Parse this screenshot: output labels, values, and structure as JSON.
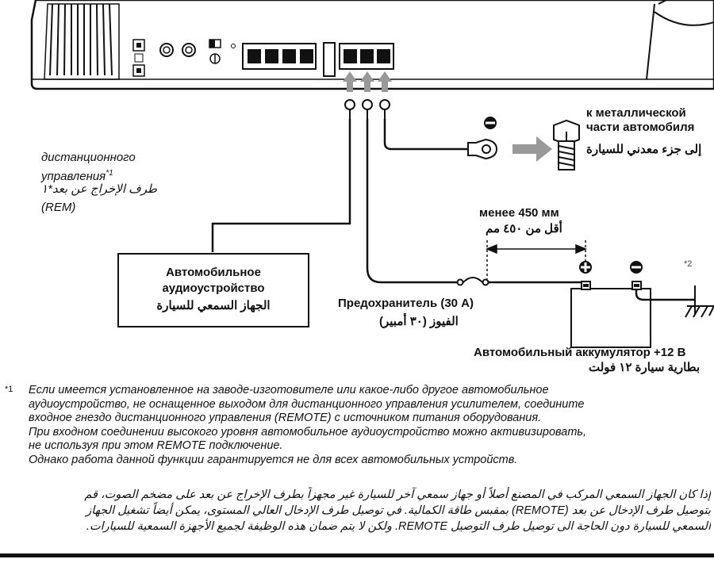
{
  "labels": {
    "remote_ru_1": "дистанционного",
    "remote_ru_2": "управления",
    "remote_ru_ref": "*1",
    "remote_ar": "طرف الإخراج عن بعد*١",
    "remote_rem": "(REM)",
    "metal_ru_1": "к металлической",
    "metal_ru_2": "части автомобиля",
    "metal_ar": "إلى جزء معدني للسيارة",
    "length_ru": "менее 450 мм",
    "length_ar": "أقل من ٤٥٠ مم",
    "audio_ru_1": "Автомобильное",
    "audio_ru_2": "аудиоустройство",
    "audio_ar": "الجهاز السمعي للسيارة",
    "fuse_ru": "Предохранитель (30 A)",
    "fuse_ar": "الفيوز (٣٠ أمبير)",
    "battery_ru": "Автомобильный аккумулятор +12 В",
    "battery_ar": "بطارية سيارة ١٢ فولت",
    "ground_ref": "*2"
  },
  "footnote": {
    "mark": "*1",
    "ru_lines": [
      "Если имеется установленное на заводе-изготовителе или какое-либо другое автомобильное",
      "аудиоустройство, не оснащенное выходом для дистанционного управления усилителем, соедините",
      "входное гнездо дистанционного управления (REMOTE) с источником питания оборудования.",
      "При входном соединении высокого уровня автомобильное аудиоустройство можно активизировать,",
      "не используя при этом REMOTE подключение.",
      "Однако работа данной функции гарантируется не для всех автомобильных устройств."
    ],
    "ar_lines": [
      "إذا كان الجهاز السمعي المركب في المصنع أصلاً أو جهاز سمعي آخر للسيارة غير مجهزاً بطرف الإخراج عن بعد على مضخم الصوت، قم",
      "بتوصيل طرف الإدخال عن بعد (REMOTE) بمقبس طاقة الكمالية. في توصيل طرف الإدخال العالي المستوى، يمكن أيضاً تشغيل الجهاز",
      "السمعي للسيارة دون الحاجة الى توصيل طرف التوصيل REMOTE. ولكن لا يتم ضمان هذه الوظيفة لجميع الأجهزة السمعية للسيارات."
    ]
  }
}
